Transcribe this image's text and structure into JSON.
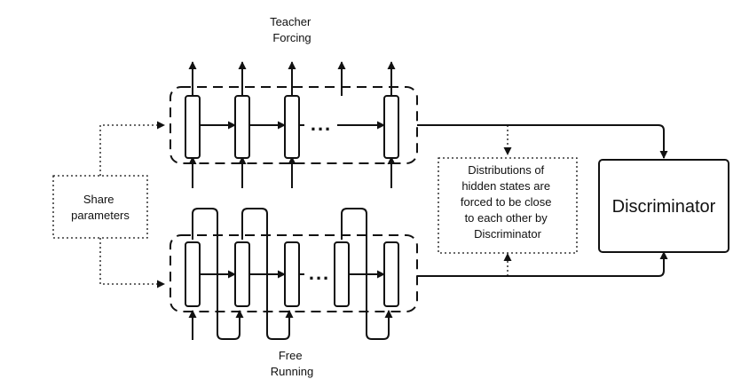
{
  "labels": {
    "teacher_forcing": [
      "Teacher",
      "Forcing"
    ],
    "free_running": [
      "Free",
      "Running"
    ],
    "share_parameters": [
      "Share",
      "parameters"
    ],
    "distributions_note": [
      "Distributions of",
      "hidden states are",
      "forced to be close",
      "to each other by",
      "Discriminator"
    ],
    "discriminator": "Discriminator",
    "ellipsis": "..."
  }
}
